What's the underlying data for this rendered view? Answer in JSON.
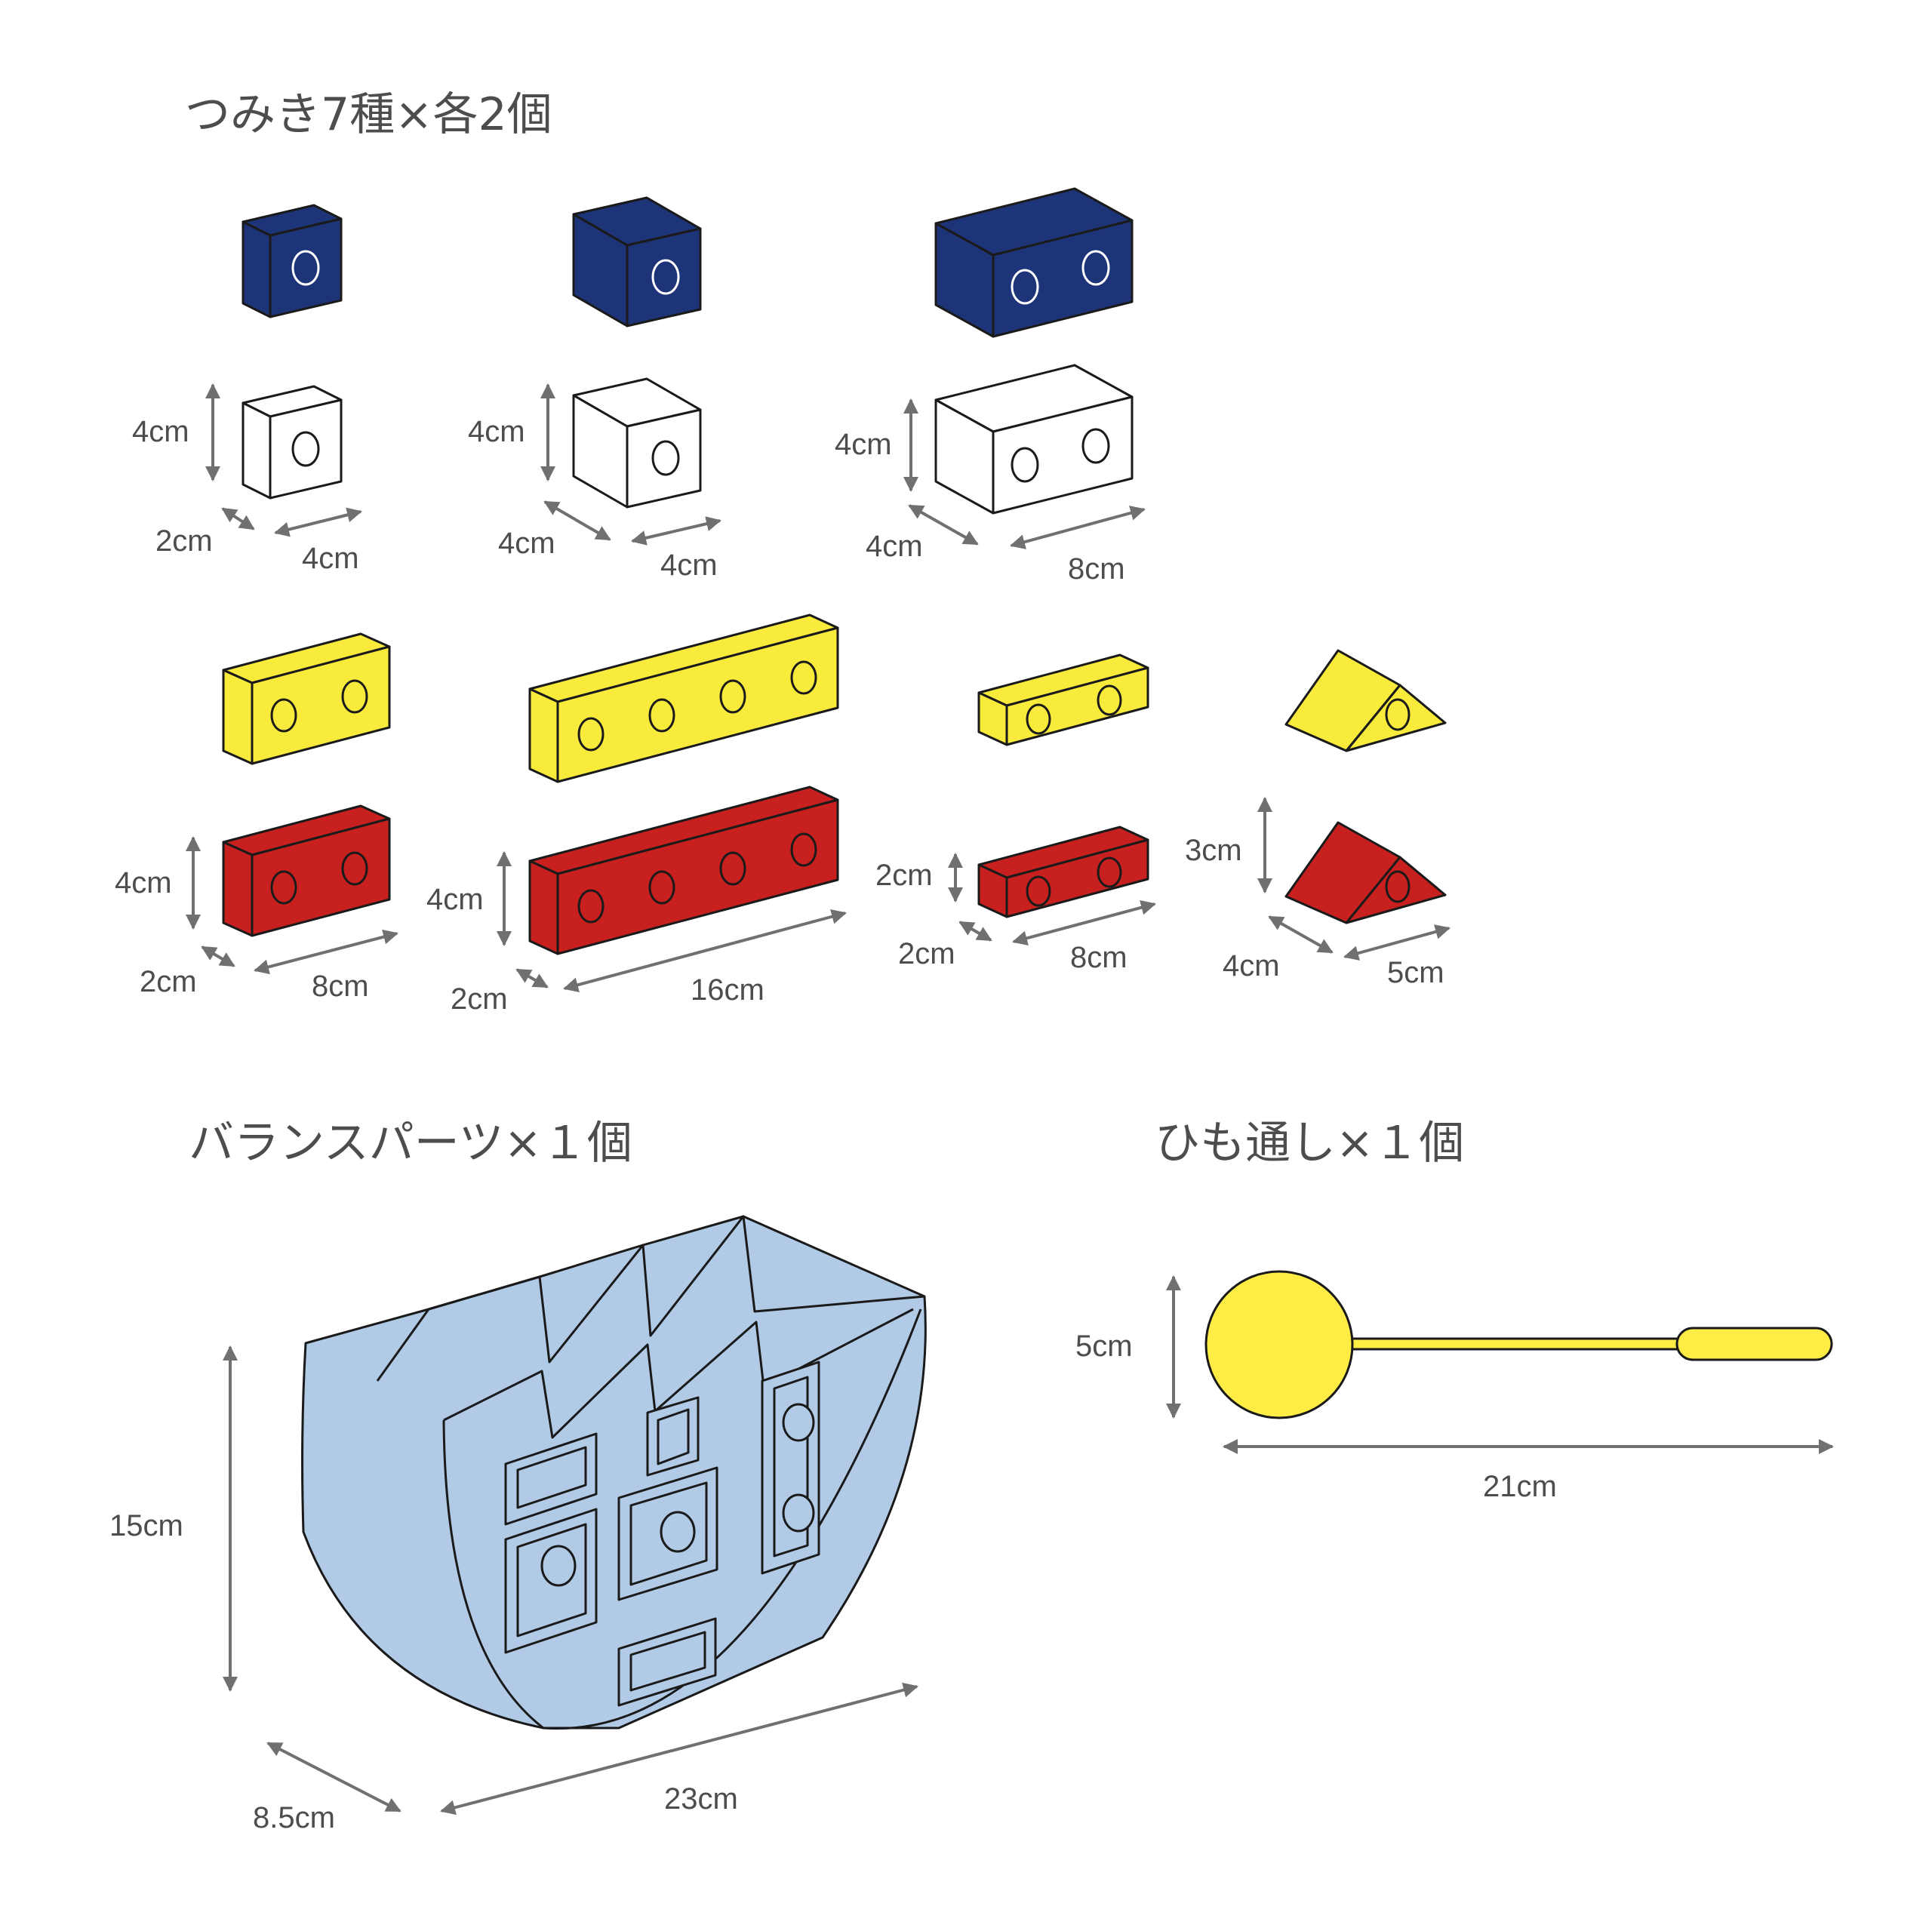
{
  "sections": {
    "blocks": {
      "title": "つみき7種×各2個"
    },
    "balance": {
      "title": "バランスパーツ×１個"
    },
    "string": {
      "title": "ひも通し×１個"
    }
  },
  "colors": {
    "navy": "#1e3479",
    "yellow": "#f9eb3c",
    "red": "#c7201f",
    "white": "#ffffff",
    "balance": "#b1cae6",
    "stick": "#ffec45",
    "outline": "#1a1a1a",
    "arrow": "#707070"
  },
  "blocks": [
    {
      "name": "block-a",
      "labels": {
        "height": "4cm",
        "depth": "2cm",
        "width": "4cm"
      }
    },
    {
      "name": "block-b",
      "labels": {
        "height": "4cm",
        "depth": "4cm",
        "width": "4cm"
      }
    },
    {
      "name": "block-c",
      "labels": {
        "height": "4cm",
        "depth": "4cm",
        "width": "8cm"
      }
    },
    {
      "name": "block-d",
      "labels": {
        "height": "4cm",
        "depth": "2cm",
        "width": "8cm"
      }
    },
    {
      "name": "block-e",
      "labels": {
        "height": "4cm",
        "depth": "2cm",
        "width": "16cm"
      }
    },
    {
      "name": "block-f",
      "labels": {
        "height": "2cm",
        "depth": "2cm",
        "width": "8cm"
      }
    },
    {
      "name": "block-g",
      "labels": {
        "height": "3cm",
        "depth": "4cm",
        "width": "5cm"
      }
    }
  ],
  "balance_dims": {
    "height": "15cm",
    "depth": "8.5cm",
    "width": "23cm"
  },
  "string_dims": {
    "diameter": "5cm",
    "length": "21cm"
  }
}
